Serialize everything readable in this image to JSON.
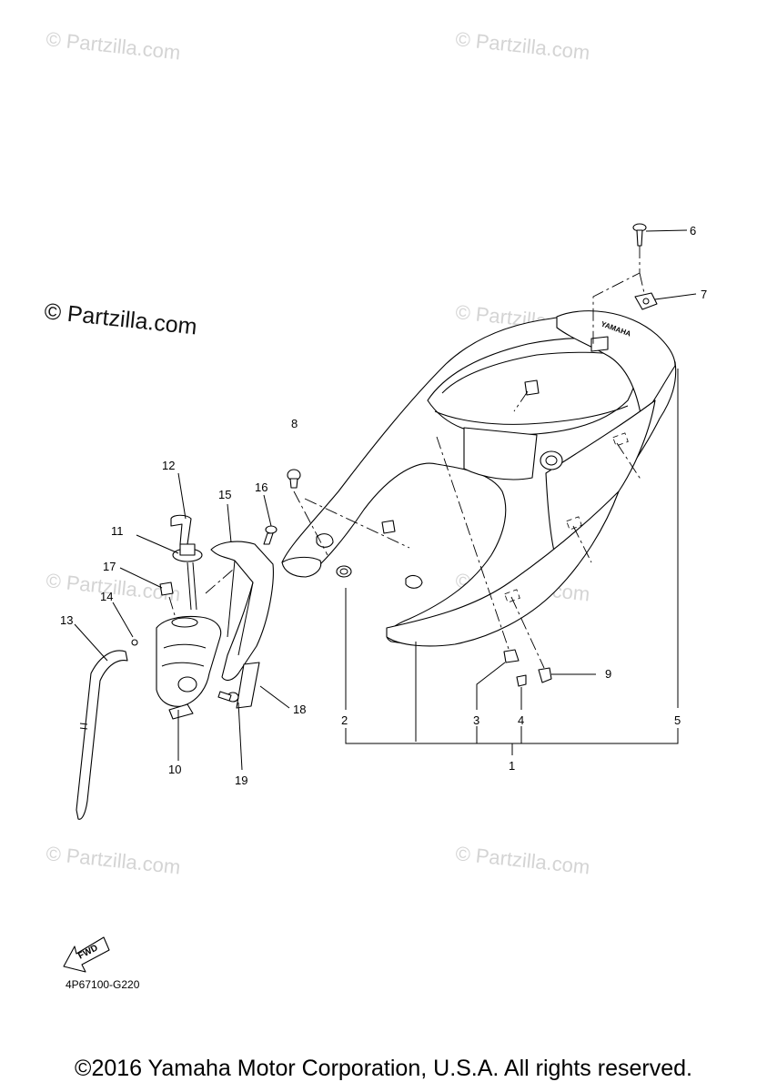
{
  "watermarks": {
    "main": "© Partzilla.com",
    "faint": "© Partzilla.com"
  },
  "diagram_code": "4P67100-G220",
  "fwd_label": "FWD",
  "brand_mark": "YAMAHA",
  "copyright": "©2016 Yamaha Motor Corporation, U.S.A. All rights reserved.",
  "callouts": [
    "1",
    "2",
    "3",
    "4",
    "5",
    "6",
    "7",
    "8",
    "9",
    "10",
    "11",
    "12",
    "13",
    "14",
    "15",
    "16",
    "17",
    "18",
    "19"
  ]
}
